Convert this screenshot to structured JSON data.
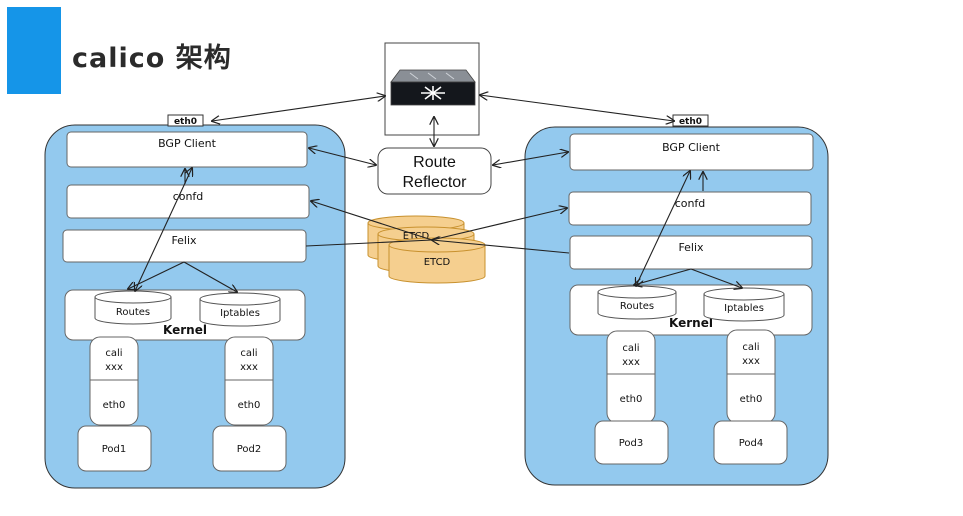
{
  "title": "calico 架构",
  "route_reflector": {
    "line1": "Route",
    "line2": "Reflector"
  },
  "etcd": {
    "top_label": "ETCD",
    "front_label": "ETCD"
  },
  "colors": {
    "accent": "#1595e8",
    "node_fill": "#93c9ee",
    "etcd_fill": "#f5cf8f",
    "etcd_stroke": "#c8912e"
  },
  "nodes": [
    {
      "eth0": "eth0",
      "bgp_client": "BGP Client",
      "confd": "confd",
      "felix": "Felix",
      "kernel": "Kernel",
      "routes": "Routes",
      "iptables": "Iptables",
      "pods": [
        {
          "cali_line1": "cali",
          "cali_line2": "xxx",
          "eth0": "eth0",
          "pod": "Pod1"
        },
        {
          "cali_line1": "cali",
          "cali_line2": "xxx",
          "eth0": "eth0",
          "pod": "Pod2"
        }
      ]
    },
    {
      "eth0": "eth0",
      "bgp_client": "BGP Client",
      "confd": "confd",
      "felix": "Felix",
      "kernel": "Kernel",
      "routes": "Routes",
      "iptables": "Iptables",
      "pods": [
        {
          "cali_line1": "cali",
          "cali_line2": "xxx",
          "eth0": "eth0",
          "pod": "Pod3"
        },
        {
          "cali_line1": "cali",
          "cali_line2": "xxx",
          "eth0": "eth0",
          "pod": "Pod4"
        }
      ]
    }
  ]
}
